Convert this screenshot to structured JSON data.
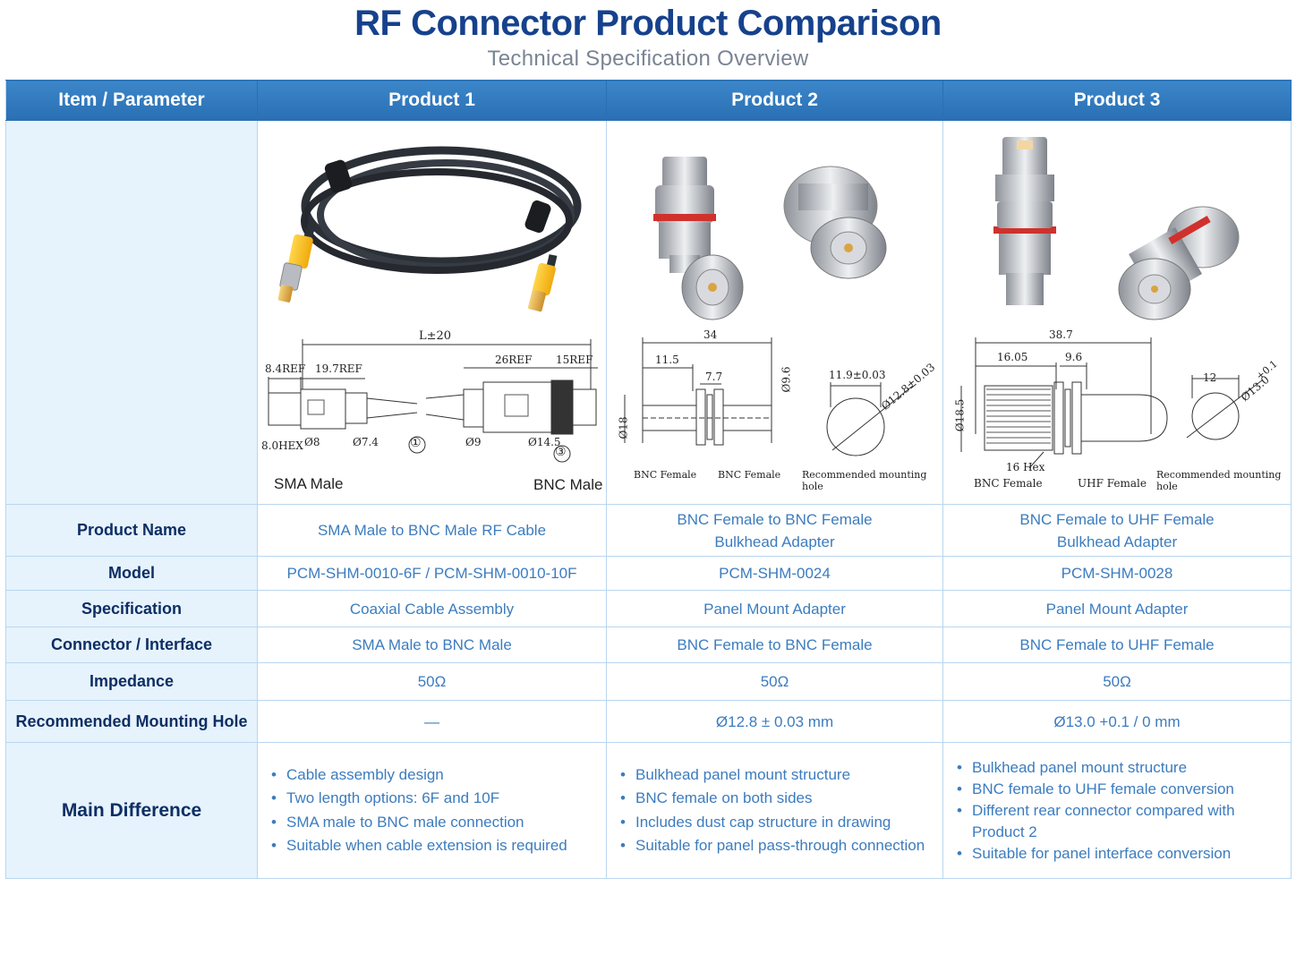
{
  "header": {
    "title": "RF Connector Product Comparison",
    "subtitle": "Technical Specification Overview"
  },
  "table": {
    "columns": [
      "Item / Parameter",
      "Product 1",
      "Product 2",
      "Product 3"
    ],
    "drawings": {
      "p1": {
        "length": "L±20",
        "dim_a": "8.4REF",
        "dim_b": "19.7REF",
        "dim_c": "26REF",
        "dim_d": "15REF",
        "hex": "8.0HEX",
        "d8": "Ø8",
        "d74": "Ø7.4",
        "d9": "Ø9",
        "d145": "Ø14.5",
        "mark1": "①",
        "mark3": "③",
        "left_name": "SMA Male",
        "right_name": "BNC Male"
      },
      "p2": {
        "total": "34",
        "a": "11.5",
        "b": "7.7",
        "d18": "Ø18",
        "d96": "Ø9.6",
        "hole_w": "11.9±0.03",
        "hole_d": "Ø12.8±0.03",
        "left_name": "BNC Female",
        "right_name": "BNC Female",
        "hole_label": "Recommended mounting hole"
      },
      "p3": {
        "total": "38.7",
        "a": "16.05",
        "b": "9.6",
        "d185": "Ø18.5",
        "hole_w": "12",
        "hole_tol": "+0.1",
        "hole_d": "Ø13.0",
        "hex": "16 Hex",
        "left_name": "BNC Female",
        "right_name": "UHF Female",
        "hole_label": "Recommended mounting hole"
      }
    },
    "rows": [
      {
        "label": "Product Name",
        "p1": "SMA Male to BNC Male RF Cable",
        "p2_l1": "BNC Female to BNC Female",
        "p2_l2": "Bulkhead Adapter",
        "p3_l1": "BNC Female to UHF Female",
        "p3_l2": "Bulkhead Adapter"
      },
      {
        "label": "Model",
        "p1": "PCM-SHM-0010-6F / PCM-SHM-0010-10F",
        "p2": "PCM-SHM-0024",
        "p3": "PCM-SHM-0028"
      },
      {
        "label": "Specification",
        "p1": "Coaxial Cable Assembly",
        "p2": "Panel Mount Adapter",
        "p3": "Panel Mount Adapter"
      },
      {
        "label": "Connector / Interface",
        "p1": "SMA Male to BNC Male",
        "p2": "BNC Female to BNC Female",
        "p3": "BNC Female to UHF Female"
      },
      {
        "label": "Impedance",
        "p1": "50Ω",
        "p2": "50Ω",
        "p3": "50Ω"
      },
      {
        "label": "Recommended Mounting Hole",
        "p1": "—",
        "p2": "Ø12.8 ± 0.03 mm",
        "p3": "Ø13.0 +0.1 / 0 mm"
      }
    ],
    "main_difference": {
      "label": "Main Difference",
      "p1": [
        "Cable assembly design",
        "Two length options: 6F and 10F",
        "SMA male to BNC male connection",
        "Suitable when cable extension is required"
      ],
      "p2": [
        "Bulkhead panel mount structure",
        "BNC female on both sides",
        "Includes dust cap structure in drawing",
        "Suitable for panel pass-through connection"
      ],
      "p3": [
        "Bulkhead panel mount structure",
        "BNC female to UHF female conversion",
        "Different rear connector compared with Product 2",
        "Suitable for panel interface conversion"
      ]
    }
  }
}
